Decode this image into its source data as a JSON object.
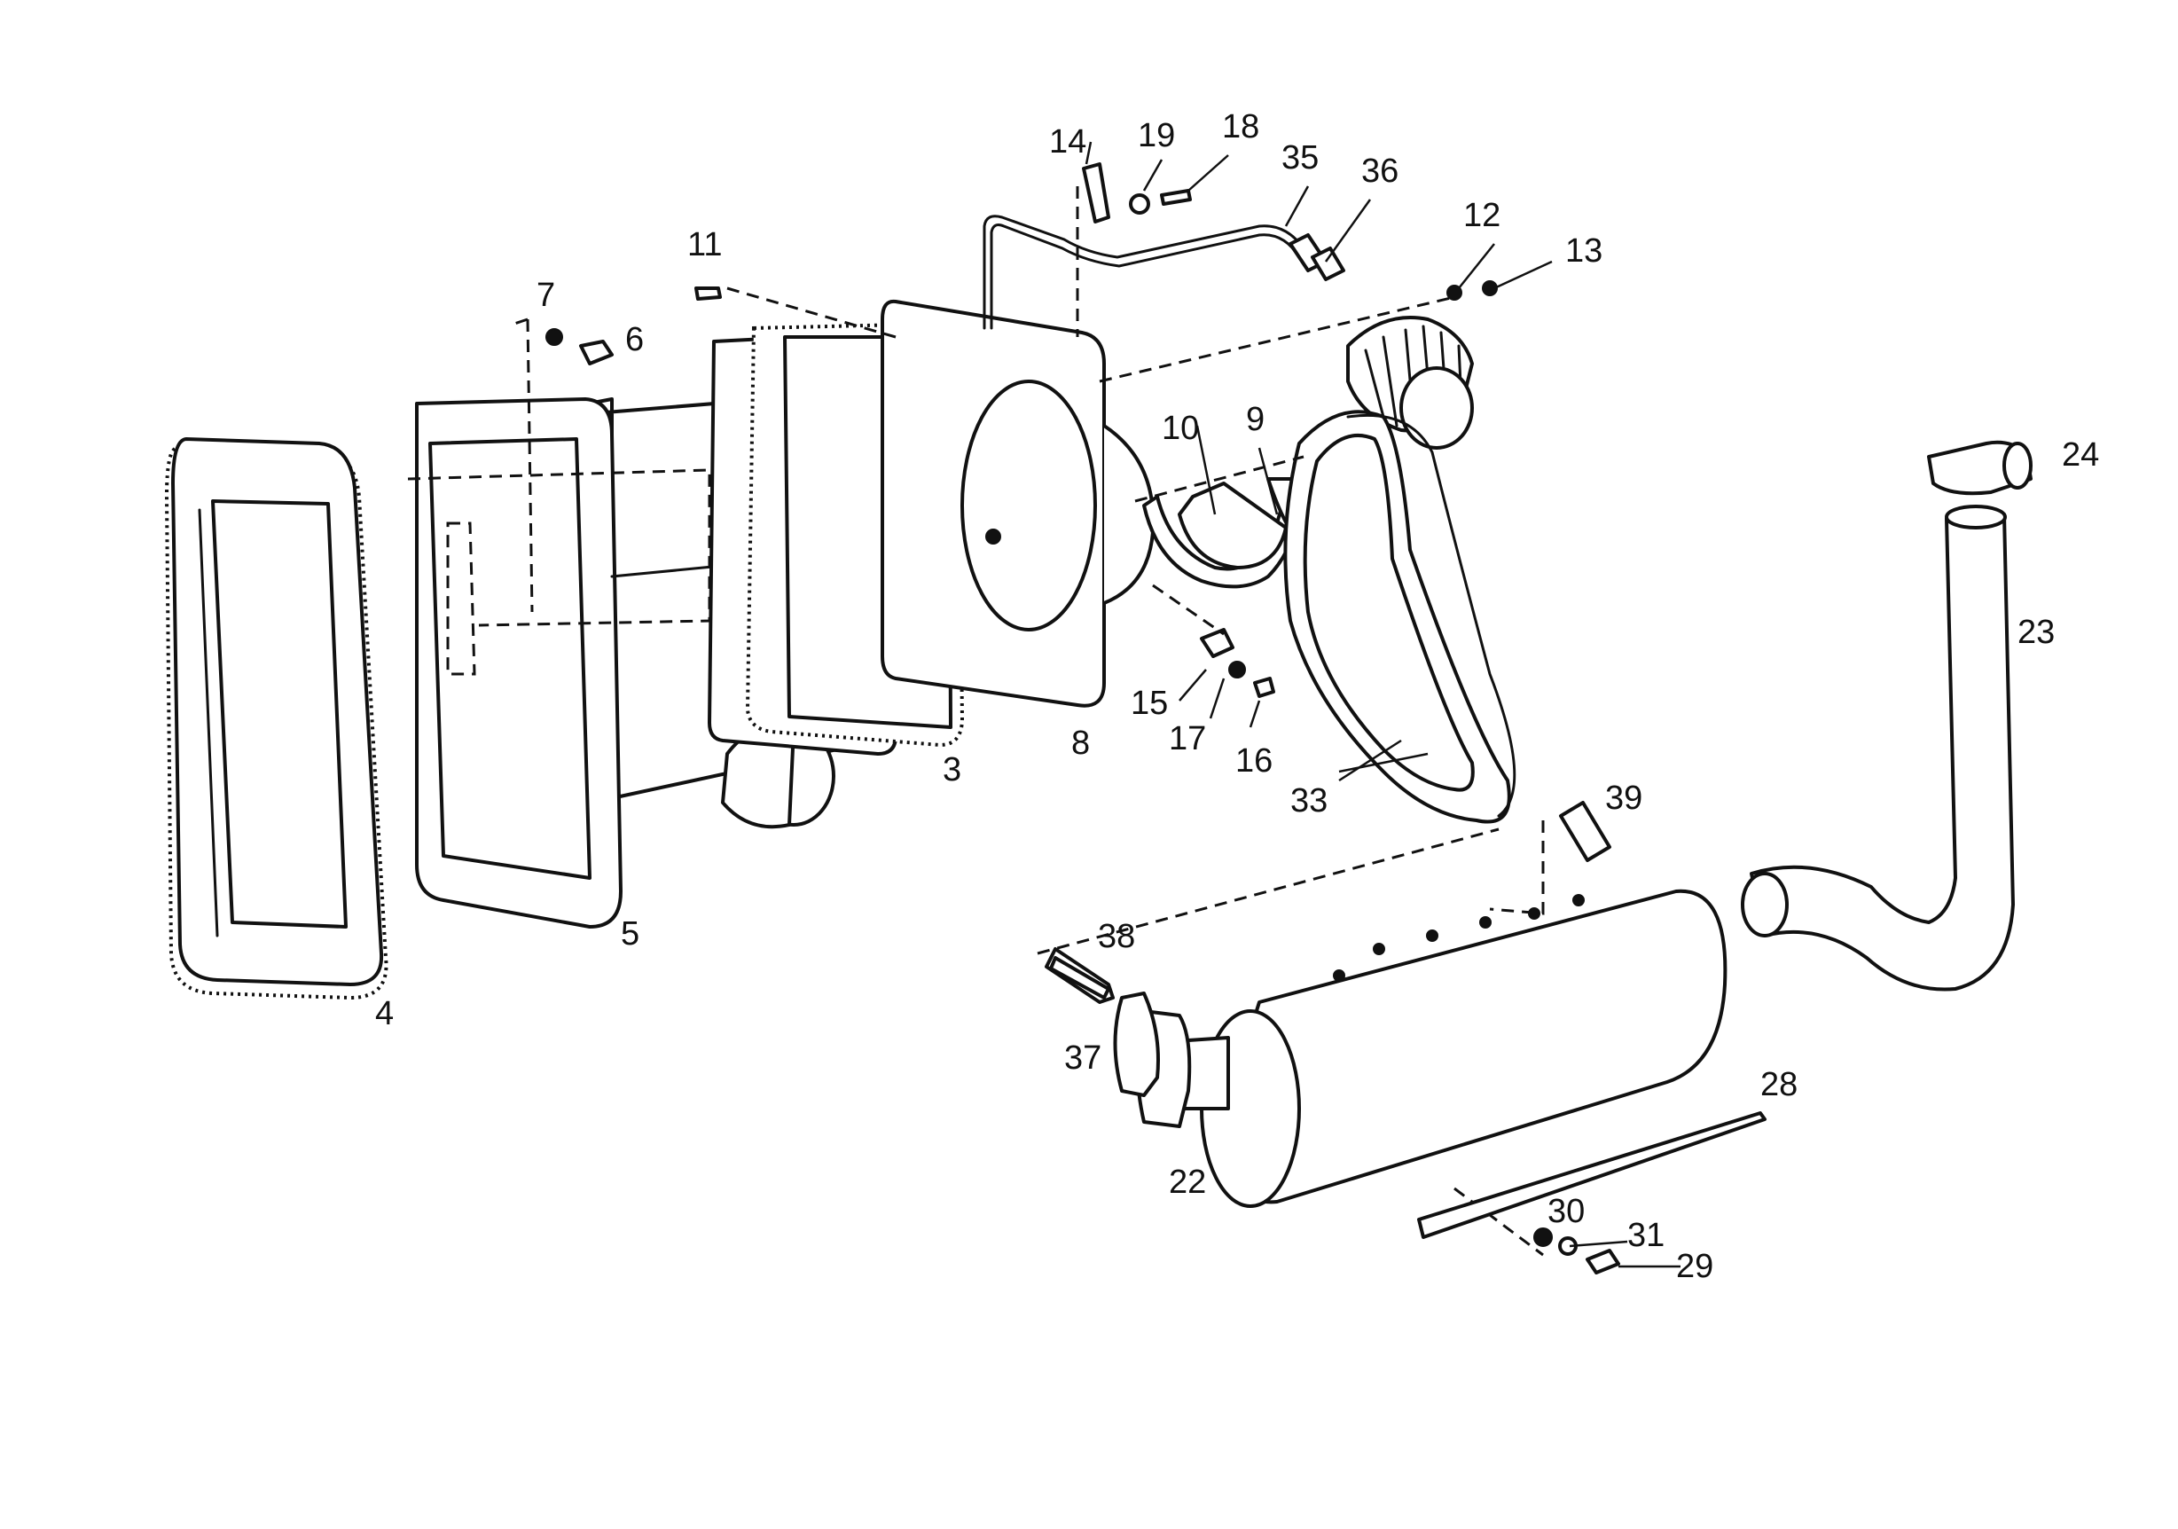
{
  "callouts": {
    "c3": "3",
    "c4": "4",
    "c5": "5",
    "c6": "6",
    "c7": "7",
    "c8": "8",
    "c9": "9",
    "c10": "10",
    "c11": "11",
    "c12": "12",
    "c13": "13",
    "c14": "14",
    "c15": "15",
    "c16": "16",
    "c17": "17",
    "c18": "18",
    "c19": "19",
    "c22": "22",
    "c23": "23",
    "c24": "24",
    "c28": "28",
    "c29": "29",
    "c30": "30",
    "c31": "31",
    "c33": "33",
    "c35": "35",
    "c36": "36",
    "c37": "37",
    "c38": "38",
    "c39": "39"
  },
  "colors": {
    "ink": "#111111",
    "paper": "#ffffff"
  }
}
